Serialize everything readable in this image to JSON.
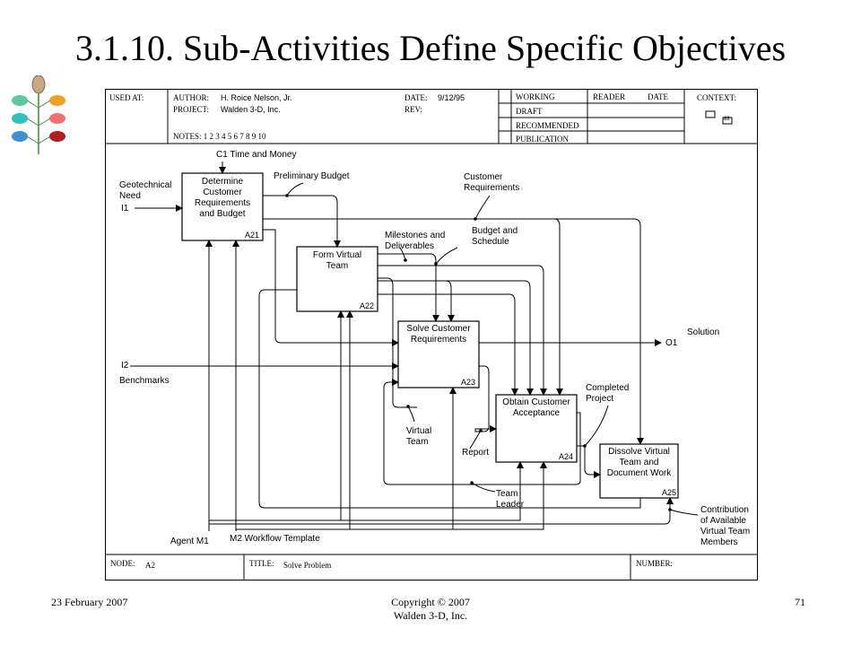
{
  "slide": {
    "title": "3.1.10. Sub-Activities Define Specific Objectives",
    "footer_date": "23 February 2007",
    "footer_copyright_line1": "Copyright © 2007",
    "footer_copyright_line2": "Walden 3-D, Inc.",
    "page_number": "71"
  },
  "header": {
    "used_at": "USED AT:",
    "author_label": "AUTHOR:",
    "author_value": "H. Roice Nelson, Jr.",
    "project_label": "PROJECT:",
    "project_value": "Walden 3-D, Inc.",
    "date_label": "DATE:",
    "date_value": "9/12/95",
    "rev_label": "REV:",
    "notes": "NOTES:  1  2  3  4  5  6  7  8  9  10",
    "status_working": "WORKING",
    "status_draft": "DRAFT",
    "status_recommended": "RECOMMENDED",
    "status_publication": "PUBLICATION",
    "reader": "READER",
    "date_col": "DATE",
    "context": "CONTEXT:",
    "context_box": "88"
  },
  "footer_bar": {
    "node_label": "NODE:",
    "node_value": "A2",
    "title_label": "TITLE:",
    "title_value": "Solve Problem",
    "number_label": "NUMBER:"
  },
  "boxes": {
    "a21": {
      "title_1": "Determine",
      "title_2": "Customer",
      "title_3": "Requirements",
      "title_4": "and Budget",
      "id": "A21"
    },
    "a22": {
      "title_1": "Form Virtual",
      "title_2": "Team",
      "id": "A22"
    },
    "a23": {
      "title_1": "Solve Customer",
      "title_2": "Requirements",
      "id": "A23"
    },
    "a24": {
      "title_1": "Obtain Customer",
      "title_2": "Acceptance",
      "id": "A24"
    },
    "a25": {
      "title_1": "Dissolve Virtual",
      "title_2": "Team and",
      "title_3": "Document Work",
      "id": "A25"
    }
  },
  "labels": {
    "c1": "C1  Time and Money",
    "geo_1": "Geotechnical",
    "geo_2": "Need",
    "i1": "I1",
    "prelim_budget": "Preliminary Budget",
    "cust_req_1": "Customer",
    "cust_req_2": "Requirements",
    "milestones_1": "Milestones and",
    "milestones_2": "Deliverables",
    "budget_sched_1": "Budget and",
    "budget_sched_2": "Schedule",
    "o1": "O1",
    "solution": "Solution",
    "i2": "I2",
    "benchmarks": "Benchmarks",
    "completed_1": "Completed",
    "completed_2": "Project",
    "virtual_team_1": "Virtual",
    "virtual_team_2": "Team",
    "report": "Report",
    "team_leader_1": "Team",
    "team_leader_2": "Leader",
    "contribution_1": "Contribution",
    "contribution_2": "of Available",
    "contribution_3": "Virtual Team",
    "contribution_4": "Members",
    "agent": "Agent  M1",
    "m2": "M2  Workflow Template"
  }
}
